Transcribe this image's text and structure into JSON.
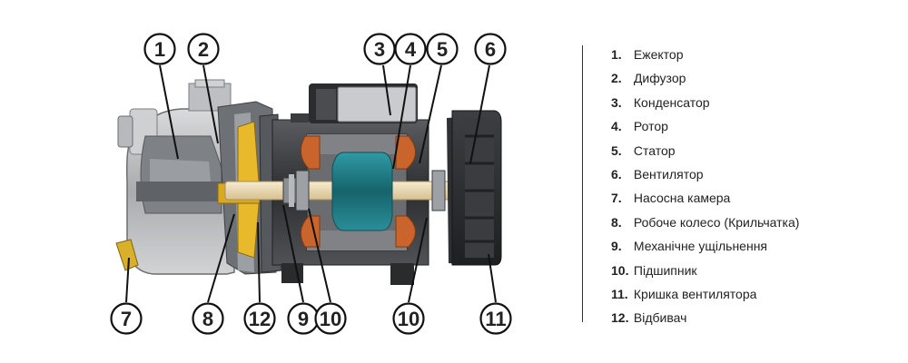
{
  "callouts": [
    "1",
    "2",
    "3",
    "4",
    "5",
    "6",
    "7",
    "8",
    "12",
    "9",
    "10",
    "10",
    "11"
  ],
  "legend": [
    {
      "num": "1.",
      "label": "Ежектор"
    },
    {
      "num": "2.",
      "label": "Дифузор"
    },
    {
      "num": "3.",
      "label": "Конденсатор"
    },
    {
      "num": "4.",
      "label": "Ротор"
    },
    {
      "num": "5.",
      "label": "Статор"
    },
    {
      "num": "6.",
      "label": "Вентилятор"
    },
    {
      "num": "7.",
      "label": "Насосна камера"
    },
    {
      "num": "8.",
      "label": "Робоче колесо (Крильчатка)"
    },
    {
      "num": "9.",
      "label": "Механічне ущільнення"
    },
    {
      "num": "10.",
      "label": "Підшипник"
    },
    {
      "num": "11.",
      "label": "Кришка вентилятора"
    },
    {
      "num": "12.",
      "label": "Відбивач"
    }
  ],
  "colors": {
    "housing": "#8e9196",
    "housing_dark": "#4a4c50",
    "motor_body": "#3a3b3d",
    "rotor": "#1f7c86",
    "shaft": "#ecd9b0",
    "winding": "#c9652c",
    "impeller": "#e8b92a"
  }
}
